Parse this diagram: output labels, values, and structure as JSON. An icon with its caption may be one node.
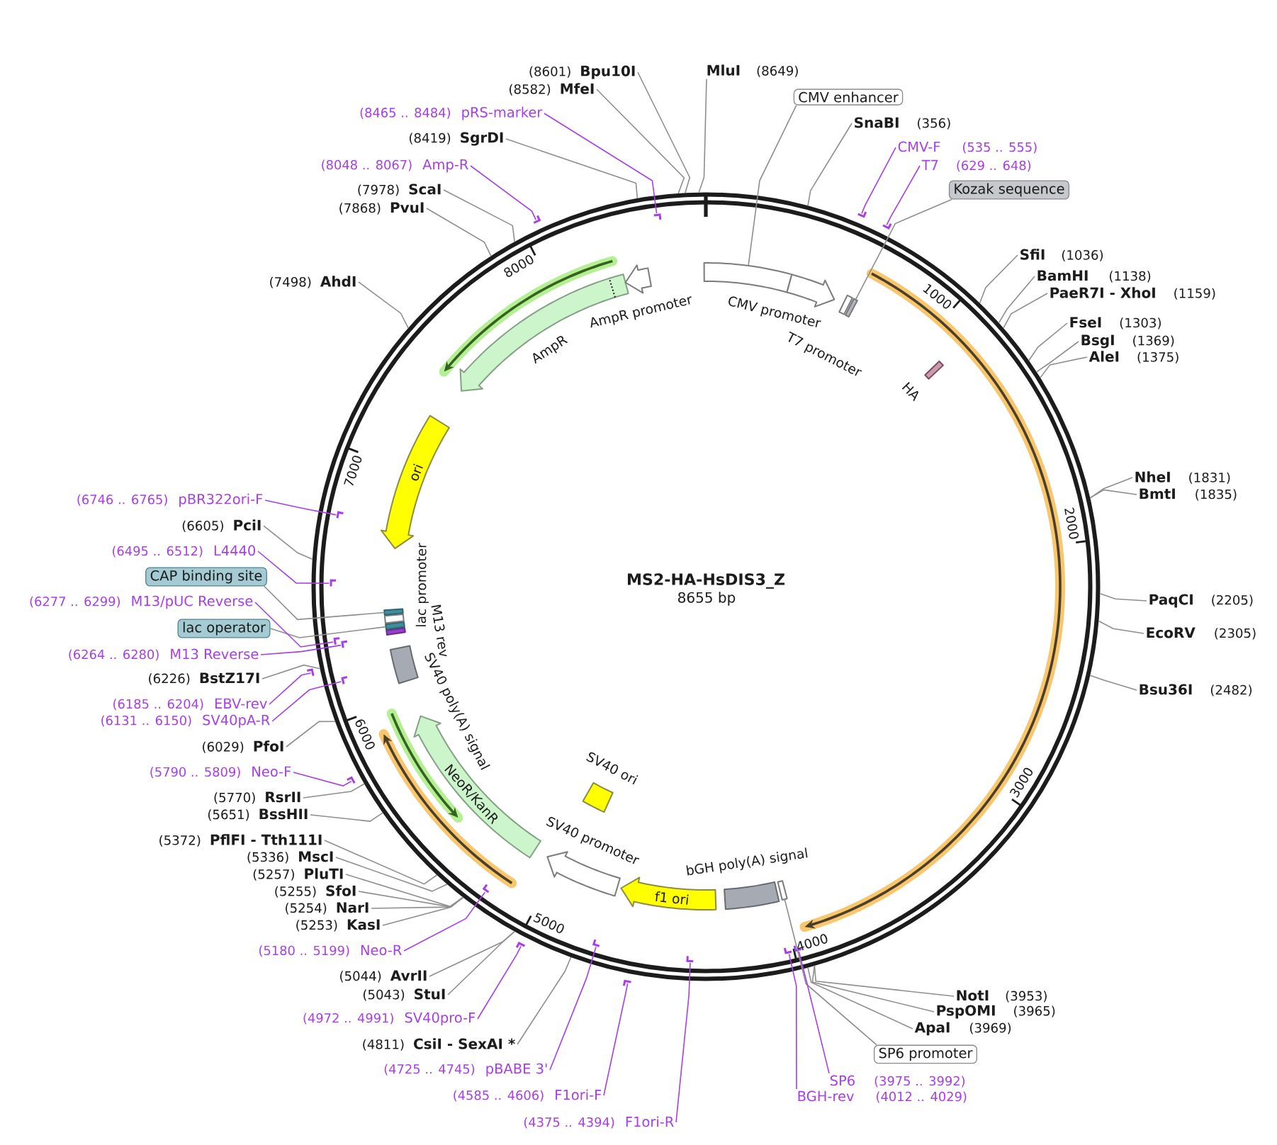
{
  "diagram": {
    "title": "MS2-HA-HsDIS3_Z",
    "nodes": [
      {
        "text": [],
        "shape": "circle"
      },
      {
        "text": [
          "MluI",
          "(8649)"
        ]
      },
      {
        "text": [
          "CMV enhancer"
        ]
      },
      {
        "text": [
          "SnaBI",
          "(356)"
        ]
      },
      {
        "text": [
          "CMV-F",
          "(535 .. 555)"
        ]
      },
      {
        "text": [
          "T7",
          "(629 .. 648)"
        ]
      },
      {
        "text": [
          "Kozak sequence"
        ]
      },
      {
        "text": [
          "SfiI",
          "(1036)"
        ]
      },
      {
        "text": [
          "BamHI",
          "(1138)"
        ]
      },
      {
        "text": [
          "PaeR7I - XhoI",
          "(1159)"
        ]
      },
      {
        "text": [
          "FseI",
          "(1303)"
        ]
      },
      {
        "text": [
          "BsgI",
          "(1369)"
        ]
      },
      {
        "text": [
          "AleI",
          "(1375)"
        ]
      },
      {
        "text": [
          "NheI",
          "(1831)"
        ]
      },
      {
        "text": [
          "BmtI",
          "(1835)"
        ]
      },
      {
        "text": [
          "PaqCI",
          "(2205)"
        ]
      },
      {
        "text": [
          "EcoRV",
          "(2305)"
        ]
      },
      {
        "text": [
          "Bsu36I",
          "(2482)"
        ]
      },
      {
        "text": [
          "NotI",
          "(3953)"
        ]
      },
      {
        "text": [
          "PspOMI",
          "(3965)"
        ]
      },
      {
        "text": [
          "ApaI",
          "(3969)"
        ]
      },
      {
        "text": [
          "SP6 promoter"
        ]
      },
      {
        "text": [
          "SP6",
          "(3975 .. 3992)"
        ]
      },
      {
        "text": [
          "BGH-rev",
          "(4012 .. 4029)"
        ]
      },
      {
        "text": [
          "(4375 .. 4394)",
          "F1ori-R"
        ]
      },
      {
        "text": [
          "(4585 .. 4606)",
          "F1ori-F"
        ]
      },
      {
        "text": [
          "(4725 .. 4745)",
          "pBABE 3'"
        ]
      },
      {
        "text": [
          "(4811)",
          "CsiI - SexAI *"
        ]
      },
      {
        "text": [
          "(4972 .. 4991)",
          "SV40pro-F"
        ]
      },
      {
        "text": [
          "(5043)",
          "StuI"
        ]
      },
      {
        "text": [
          "(5044)",
          "AvrII"
        ]
      },
      {
        "text": [
          "(5180 .. 5199)",
          "Neo-R"
        ]
      },
      {
        "text": [
          "(5253)",
          "KasI"
        ]
      },
      {
        "text": [
          "(5254)",
          "NarI"
        ]
      },
      {
        "text": [
          "(5255)",
          "SfoI"
        ]
      },
      {
        "text": [
          "(5257)",
          "PluTI"
        ]
      },
      {
        "text": [
          "(5336)",
          "MscI"
        ]
      },
      {
        "text": [
          "(5372)",
          "PflFI - Tth111I"
        ]
      },
      {
        "text": [
          "(5651)",
          "BssHII"
        ]
      },
      {
        "text": [
          "(5770)",
          "RsrII"
        ]
      },
      {
        "text": [
          "(5790 .. 5809)",
          "Neo-F"
        ]
      },
      {
        "text": [
          "(6029)",
          "PfoI"
        ]
      },
      {
        "text": [
          "(6131 .. 6150)",
          "SV40pA-R"
        ]
      },
      {
        "text": [
          "(6185 .. 6204)",
          "EBV-rev"
        ]
      },
      {
        "text": [
          "(6226)",
          "BstZ17I"
        ]
      },
      {
        "text": [
          "(6264 .. 6280)",
          "M13 Reverse"
        ]
      },
      {
        "text": [
          "lac operator"
        ]
      },
      {
        "text": [
          "(6277 .. 6299)",
          "M13/pUC Reverse"
        ]
      },
      {
        "text": [
          "CAP binding site"
        ]
      },
      {
        "text": [
          "(6495 .. 6512)",
          "L4440"
        ]
      },
      {
        "text": [
          "(6605)",
          "PciI"
        ]
      },
      {
        "text": [
          "(6746 .. 6765)",
          "pBR322ori-F"
        ]
      },
      {
        "text": [
          "(7498)",
          "AhdI"
        ]
      },
      {
        "text": [
          "(7868)",
          "PvuI"
        ]
      },
      {
        "text": [
          "(7978)",
          "ScaI"
        ]
      },
      {
        "text": [
          "(8048 .. 8067)",
          "Amp-R"
        ]
      },
      {
        "text": [
          "(8419)",
          "SgrDI"
        ]
      },
      {
        "text": [
          "(8465 .. 8484)",
          "pRS-marker"
        ]
      },
      {
        "text": [
          "(8582)",
          "MfeI"
        ]
      },
      {
        "text": [
          "(8601)",
          "Bpu10I"
        ]
      },
      {
        "text": [],
        "shape": "box",
        "in": 0
      },
      {
        "text": [
          "CMV promoter"
        ],
        "in": 0
      },
      {
        "text": [
          "T7 promoter"
        ],
        "in": 0
      },
      {
        "text": [],
        "shape": "box",
        "in": 0
      },
      {
        "text": [
          "HA"
        ],
        "in": 0
      },
      {
        "text": [],
        "shape": "box",
        "in": 0
      },
      {
        "text": [
          "bGH poly(A) signal"
        ],
        "in": 0
      },
      {
        "text": [
          "f1 ori"
        ],
        "in": 0
      },
      {
        "text": [
          "SV40 ori"
        ],
        "in": 0
      },
      {
        "text": [
          "SV40 promoter"
        ],
        "in": 0
      },
      {
        "text": [
          "NeoR/KanR"
        ],
        "in": 0
      },
      {
        "text": [
          "SV40 poly(A) signal"
        ],
        "in": 0
      },
      {
        "text": [
          "M13 rev"
        ],
        "in": 0
      },
      {
        "text": [],
        "shape": "box",
        "in": 0
      },
      {
        "text": [
          "lac promoter"
        ],
        "in": 0
      },
      {
        "text": [],
        "shape": "box",
        "in": 0
      },
      {
        "text": [
          "ori"
        ],
        "in": 0
      },
      {
        "text": [
          "AmpR"
        ],
        "in": 0
      },
      {
        "text": [
          "AmpR promoter"
        ],
        "in": 0
      },
      {
        "text": [],
        "shape": "bar"
      },
      {
        "text": [],
        "shape": "bar"
      },
      {
        "text": [],
        "shape": "bar",
        "in": 0
      },
      {
        "text": [],
        "shape": "bar",
        "in": 0
      },
      {
        "text": [],
        "shape": "bar",
        "in": 0
      },
      {
        "text": [],
        "shape": "bar"
      },
      {
        "text": [],
        "shape": "bar",
        "in": 0
      },
      {
        "text": [],
        "shape": "bar"
      },
      {
        "text": [],
        "shape": "bar",
        "in": 0
      },
      {
        "text": [],
        "shape": "bar"
      },
      {
        "text": [],
        "shape": "bar",
        "in": 0
      },
      {
        "text": [],
        "shape": "bar"
      },
      {
        "text": [],
        "shape": "bar",
        "in": 0
      },
      {
        "text": [],
        "shape": "bar",
        "in": 0
      },
      {
        "text": [],
        "shape": "bar",
        "in": 0
      },
      {
        "text": [],
        "shape": "bar",
        "in": 0
      },
      {
        "text": [],
        "shape": "bar"
      },
      {
        "text": [],
        "shape": "bar",
        "in": 0
      }
    ],
    "edges": [
      {
        "from": 1,
        "to": 0,
        "arrow": "none"
      },
      {
        "from": 2,
        "to": 60,
        "arrow": "none"
      },
      {
        "from": 3,
        "to": 0,
        "arrow": "none"
      },
      {
        "from": 4,
        "to": 79,
        "arrow": "none",
        "color": "#a83ee6"
      },
      {
        "from": 5,
        "to": 80,
        "arrow": "none",
        "color": "#a83ee6"
      },
      {
        "from": 6,
        "to": 63,
        "arrow": "none"
      },
      {
        "from": 7,
        "to": 0,
        "arrow": "none"
      },
      {
        "from": 8,
        "to": 0,
        "arrow": "none"
      },
      {
        "from": 9,
        "to": 0,
        "arrow": "none"
      },
      {
        "from": 10,
        "to": 0,
        "arrow": "none"
      },
      {
        "from": 11,
        "to": 0,
        "arrow": "none"
      },
      {
        "from": 12,
        "to": 0,
        "arrow": "none"
      },
      {
        "from": 13,
        "to": 0,
        "arrow": "none"
      },
      {
        "from": 14,
        "to": 0,
        "arrow": "none"
      },
      {
        "from": 15,
        "to": 0,
        "arrow": "none"
      },
      {
        "from": 16,
        "to": 0,
        "arrow": "none"
      },
      {
        "from": 17,
        "to": 0,
        "arrow": "none"
      },
      {
        "from": 18,
        "to": 0,
        "arrow": "none"
      },
      {
        "from": 19,
        "to": 0,
        "arrow": "none"
      },
      {
        "from": 20,
        "to": 0,
        "arrow": "none"
      },
      {
        "from": 21,
        "to": 65,
        "arrow": "none"
      },
      {
        "from": 22,
        "to": 81,
        "arrow": "none",
        "color": "#a83ee6"
      },
      {
        "from": 23,
        "to": 82,
        "arrow": "none",
        "color": "#a83ee6"
      },
      {
        "from": 24,
        "to": 83,
        "arrow": "none",
        "color": "#a83ee6"
      },
      {
        "from": 25,
        "to": 84,
        "arrow": "none",
        "color": "#a83ee6"
      },
      {
        "from": 26,
        "to": 85,
        "arrow": "none",
        "color": "#a83ee6"
      },
      {
        "from": 27,
        "to": 0,
        "arrow": "none"
      },
      {
        "from": 28,
        "to": 86,
        "arrow": "none",
        "color": "#a83ee6"
      },
      {
        "from": 29,
        "to": 0,
        "arrow": "none"
      },
      {
        "from": 30,
        "to": 0,
        "arrow": "none"
      },
      {
        "from": 31,
        "to": 87,
        "arrow": "none",
        "color": "#a83ee6"
      },
      {
        "from": 32,
        "to": 0,
        "arrow": "none"
      },
      {
        "from": 33,
        "to": 0,
        "arrow": "none"
      },
      {
        "from": 34,
        "to": 0,
        "arrow": "none"
      },
      {
        "from": 35,
        "to": 0,
        "arrow": "none"
      },
      {
        "from": 36,
        "to": 0,
        "arrow": "none"
      },
      {
        "from": 37,
        "to": 0,
        "arrow": "none"
      },
      {
        "from": 38,
        "to": 0,
        "arrow": "none"
      },
      {
        "from": 39,
        "to": 0,
        "arrow": "none"
      },
      {
        "from": 40,
        "to": 88,
        "arrow": "none",
        "color": "#a83ee6"
      },
      {
        "from": 41,
        "to": 0,
        "arrow": "none"
      },
      {
        "from": 42,
        "to": 89,
        "arrow": "none",
        "color": "#a83ee6"
      },
      {
        "from": 43,
        "to": 90,
        "arrow": "none",
        "color": "#a83ee6"
      },
      {
        "from": 44,
        "to": 0,
        "arrow": "none"
      },
      {
        "from": 45,
        "to": 91,
        "arrow": "none",
        "color": "#a83ee6"
      },
      {
        "from": 46,
        "to": 73,
        "arrow": "none"
      },
      {
        "from": 47,
        "to": 92,
        "arrow": "none",
        "color": "#a83ee6"
      },
      {
        "from": 48,
        "to": 75,
        "arrow": "none"
      },
      {
        "from": 49,
        "to": 93,
        "arrow": "none",
        "color": "#a83ee6"
      },
      {
        "from": 50,
        "to": 0,
        "arrow": "none"
      },
      {
        "from": 51,
        "to": 94,
        "arrow": "none",
        "color": "#a83ee6"
      },
      {
        "from": 52,
        "to": 0,
        "arrow": "none"
      },
      {
        "from": 53,
        "to": 0,
        "arrow": "none"
      },
      {
        "from": 54,
        "to": 0,
        "arrow": "none"
      },
      {
        "from": 55,
        "to": 95,
        "arrow": "none",
        "color": "#a83ee6"
      },
      {
        "from": 56,
        "to": 0,
        "arrow": "none"
      },
      {
        "from": 57,
        "to": 96,
        "arrow": "none",
        "color": "#a83ee6"
      },
      {
        "from": 58,
        "to": 0,
        "arrow": "none"
      },
      {
        "from": 59,
        "to": 0,
        "arrow": "none"
      }
    ],
    "labels": [
      "8655 bp",
      "1000",
      "2000",
      "3000",
      "4000",
      "5000",
      "6000",
      "7000",
      "8000"
    ]
  }
}
